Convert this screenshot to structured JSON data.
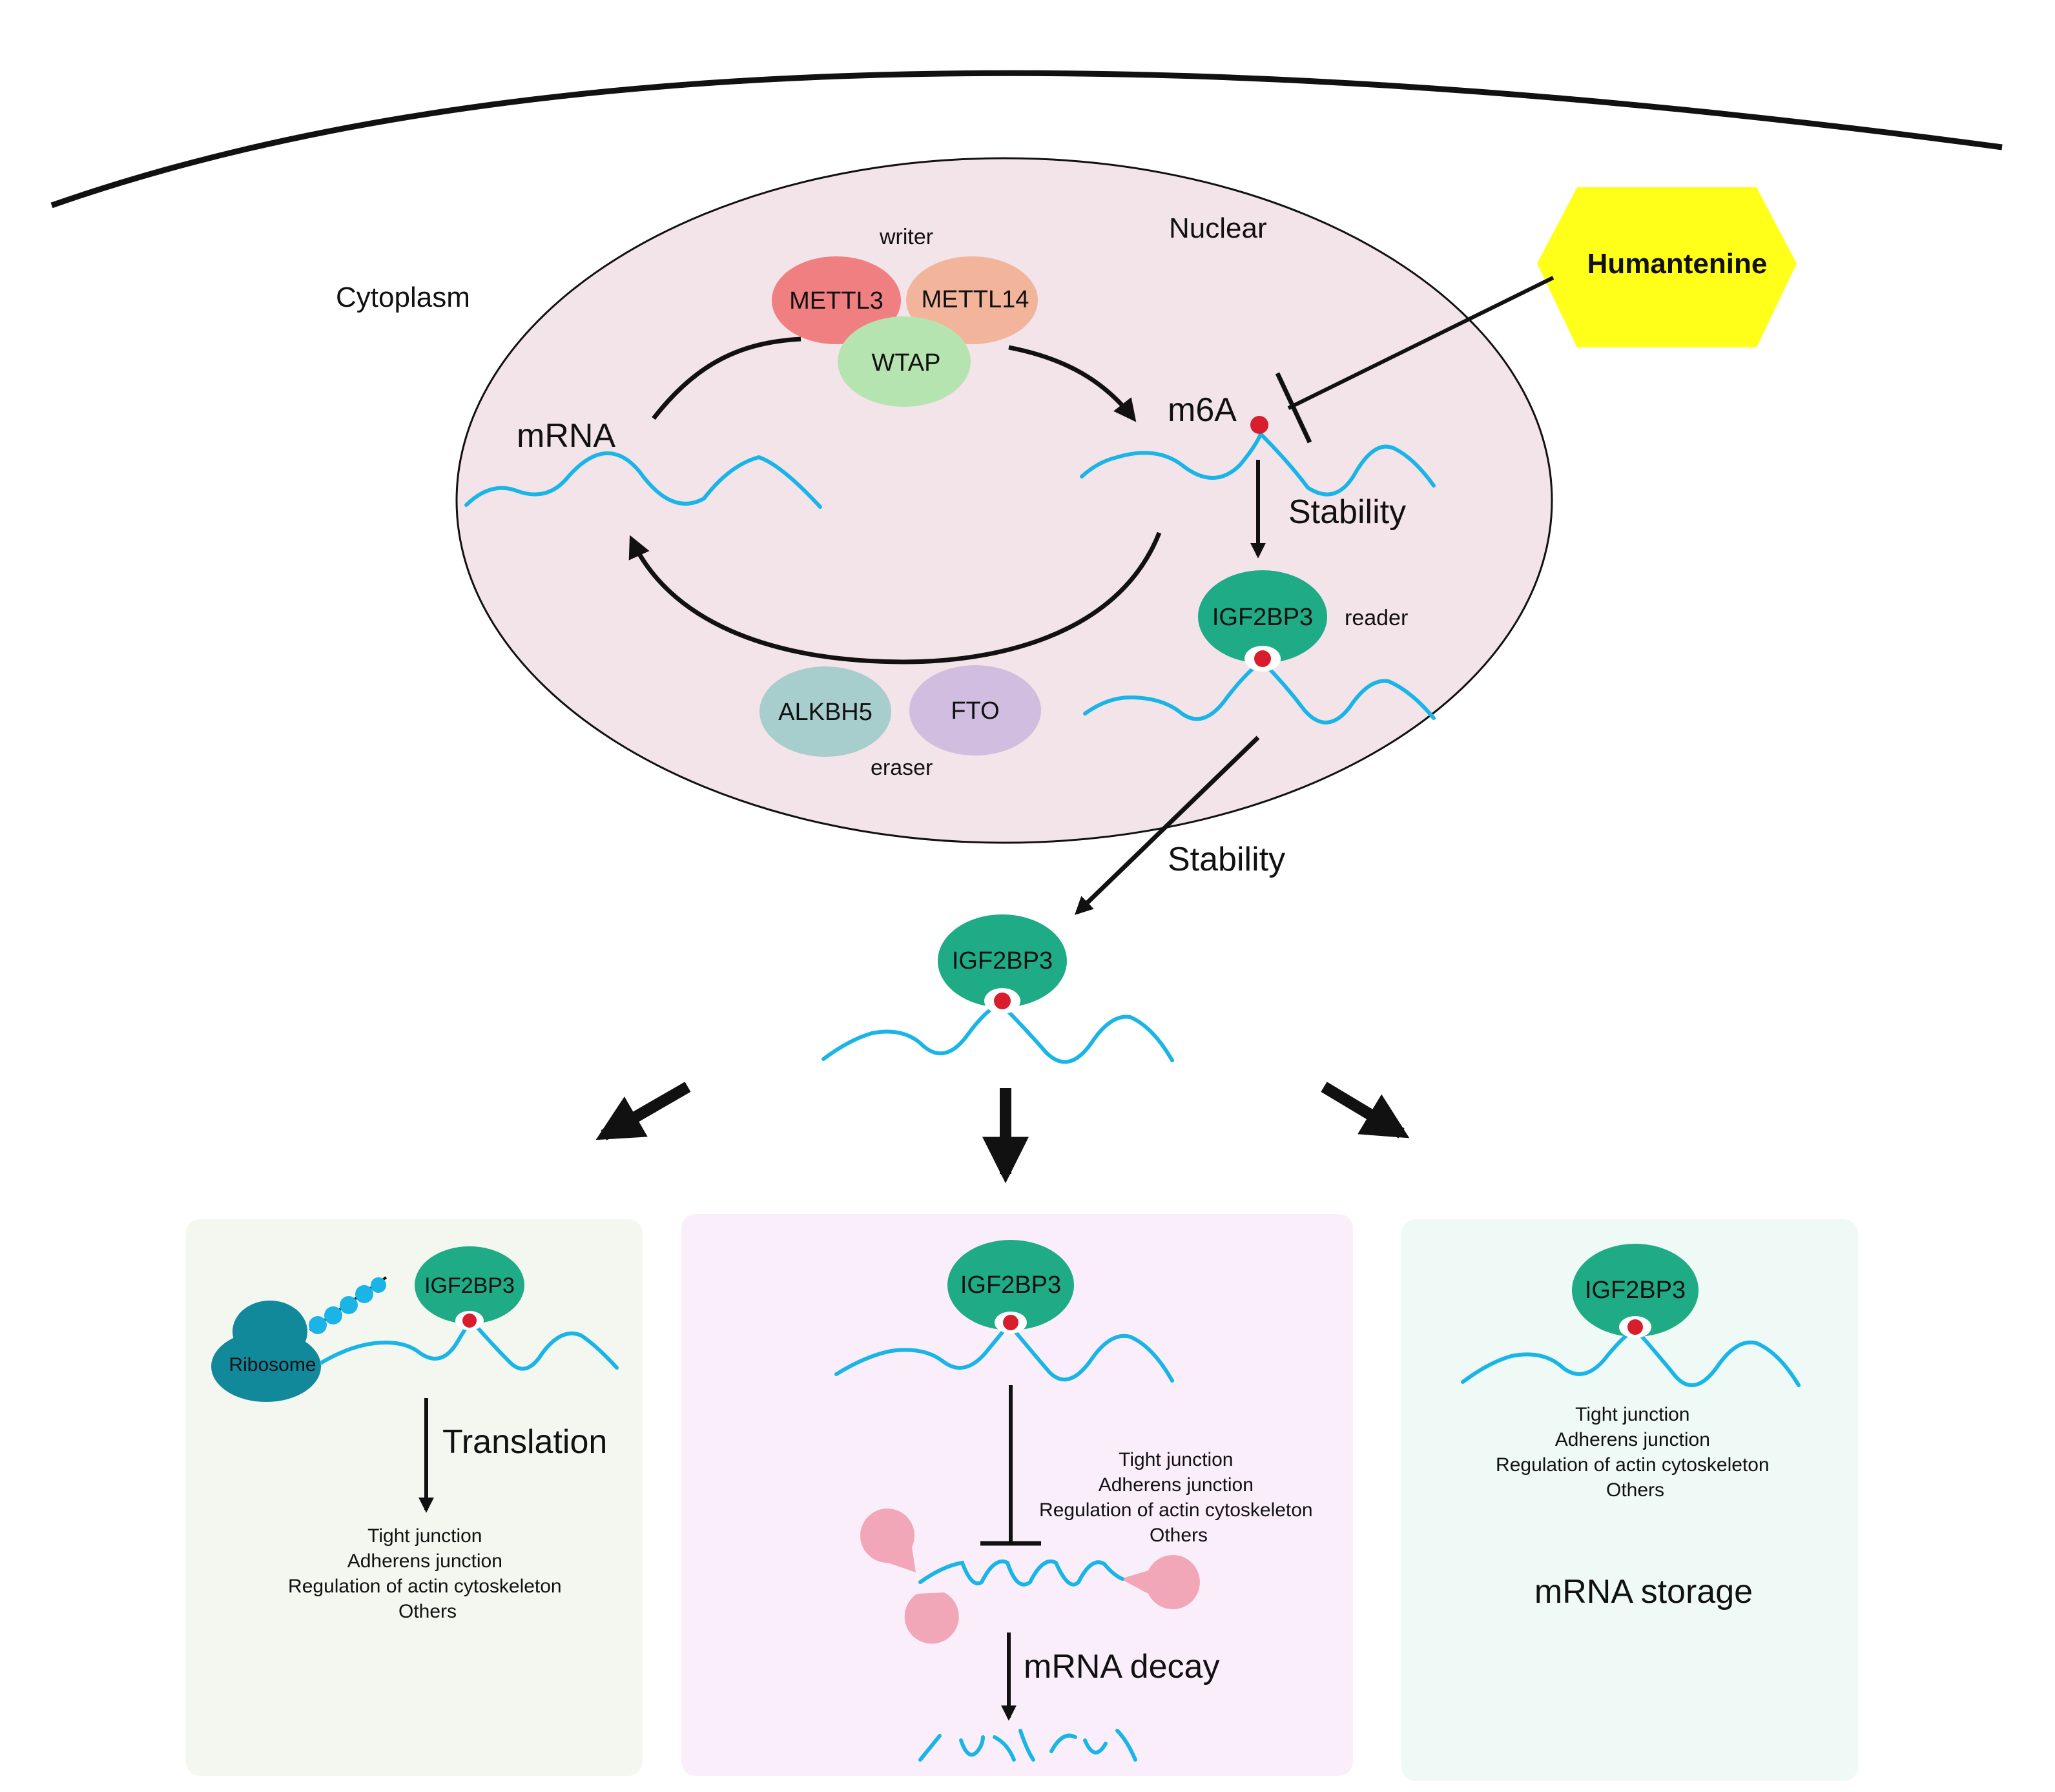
{
  "labels": {
    "cytoplasm": "Cytoplasm",
    "nuclear": "Nuclear",
    "writer": "writer",
    "eraser": "eraser",
    "reader": "reader",
    "mrna": "mRNA",
    "m6a": "m6A",
    "stability_nucleus": "Stability",
    "stability_export": "Stability",
    "humantenine": "Humantenine",
    "translation": "Translation",
    "mrna_decay": "mRNA decay",
    "mrna_storage": "mRNA storage",
    "ribosome": "Ribosome"
  },
  "proteins": {
    "mettl3": "METTL3",
    "mettl14": "METTL14",
    "wtap": "WTAP",
    "alkbh5": "ALKBH5",
    "fto": "FTO",
    "igf2bp3": "IGF2BP3"
  },
  "pathways": [
    "Tight junction",
    "Adherens junction",
    "Regulation of actin cytoskeleton",
    "Others"
  ],
  "colors": {
    "nucleus_fill": "#f3e4ea",
    "mettl3": "#ef7f80",
    "mettl14": "#f2b59c",
    "wtap": "#b6e4b0",
    "alkbh5": "#a8cdcd",
    "fto": "#d0bde0",
    "igf2bp3": "#1fab85",
    "ribosome": "#12899b",
    "mrna": "#1ab5e6",
    "m6a_dot": "#d81e2c",
    "humantenine": "#ffff1a",
    "panel_translation": "#f4f7ef",
    "panel_decay": "#fbeefb",
    "panel_storage": "#eff9f5",
    "decay_enzyme": "#f2a7b8"
  }
}
